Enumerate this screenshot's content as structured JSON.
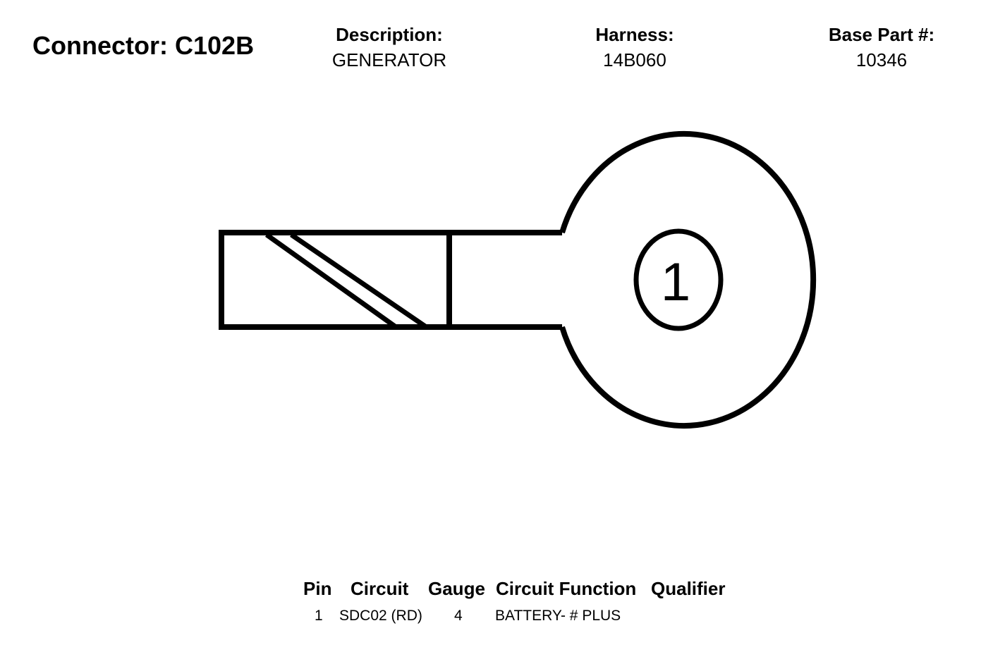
{
  "header": {
    "connector_label": "Connector:",
    "connector_id": "C102B",
    "description_label": "Description:",
    "description_value": "GENERATOR",
    "harness_label": "Harness:",
    "harness_value": "14B060",
    "base_part_label": "Base Part #:",
    "base_part_value": "10346"
  },
  "diagram": {
    "pin_number": "1"
  },
  "pin_table": {
    "headers": [
      "Pin",
      "Circuit",
      "Gauge",
      "Circuit Function",
      "Qualifier"
    ],
    "rows": [
      {
        "pin": "1",
        "circuit": "SDC02 (RD)",
        "gauge": "4",
        "function": "BATTERY- # PLUS",
        "qualifier": ""
      }
    ]
  }
}
